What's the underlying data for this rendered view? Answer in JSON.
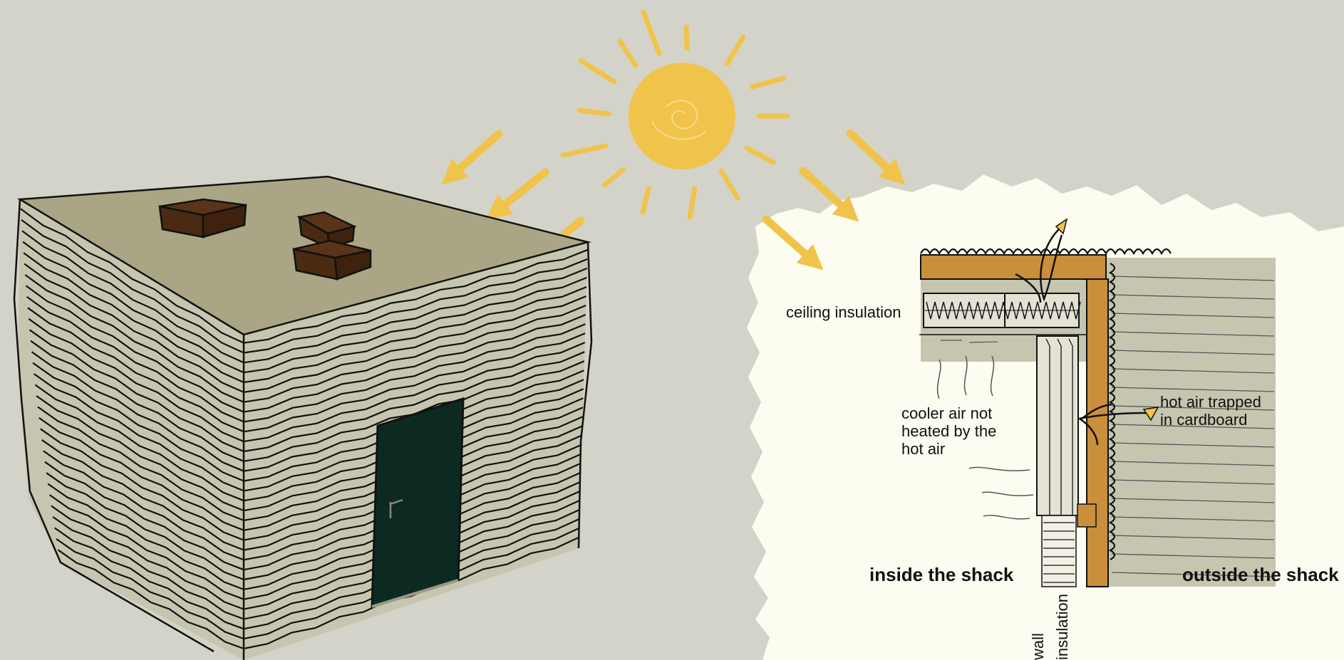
{
  "labels": {
    "ceiling_insulation": "ceiling insulation",
    "cooler_air": [
      "cooler air not",
      "heated by the",
      "hot air"
    ],
    "hot_air_trapped": [
      "hot air trapped",
      "in cardboard"
    ],
    "inside": "inside the shack",
    "outside": "outside the shack",
    "wall_insulation": [
      "wall",
      "insulation"
    ]
  },
  "colors": {
    "background": "#d3d3c9",
    "callout_background": "#fdfcf0",
    "sun": "#f0c44a",
    "roof": "#a9a585",
    "siding": "#c6c5b0",
    "door": "#0d2a22",
    "bricks": "#4a2a12",
    "timber": "#c98f3c"
  }
}
